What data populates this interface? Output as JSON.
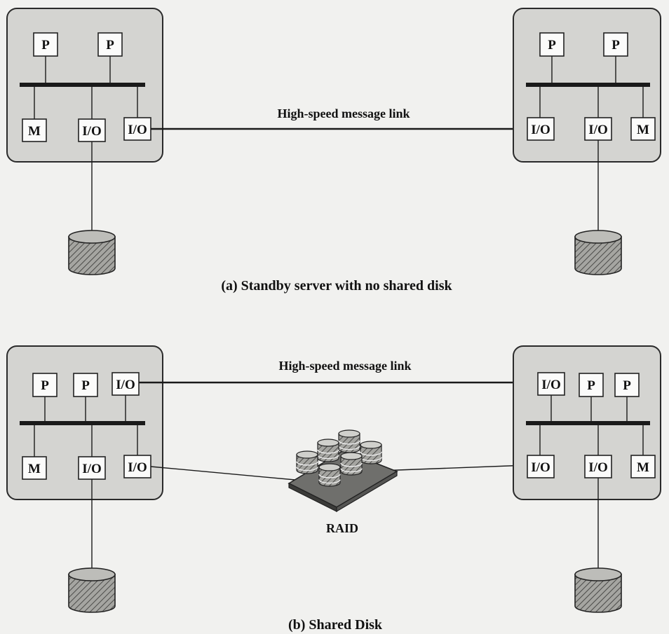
{
  "nodes": {
    "processor": "P",
    "memory": "M",
    "io": "I/O"
  },
  "panel_a": {
    "link_label": "High-speed message link",
    "caption": "(a) Standby server with no shared disk"
  },
  "panel_b": {
    "link_label": "High-speed message link",
    "raid_label": "RAID",
    "caption": "(b) Shared Disk"
  },
  "colors": {
    "background": "#f1f1ef",
    "server_fill": "#d4d4d1",
    "disk_fill": "#9a9a96"
  }
}
